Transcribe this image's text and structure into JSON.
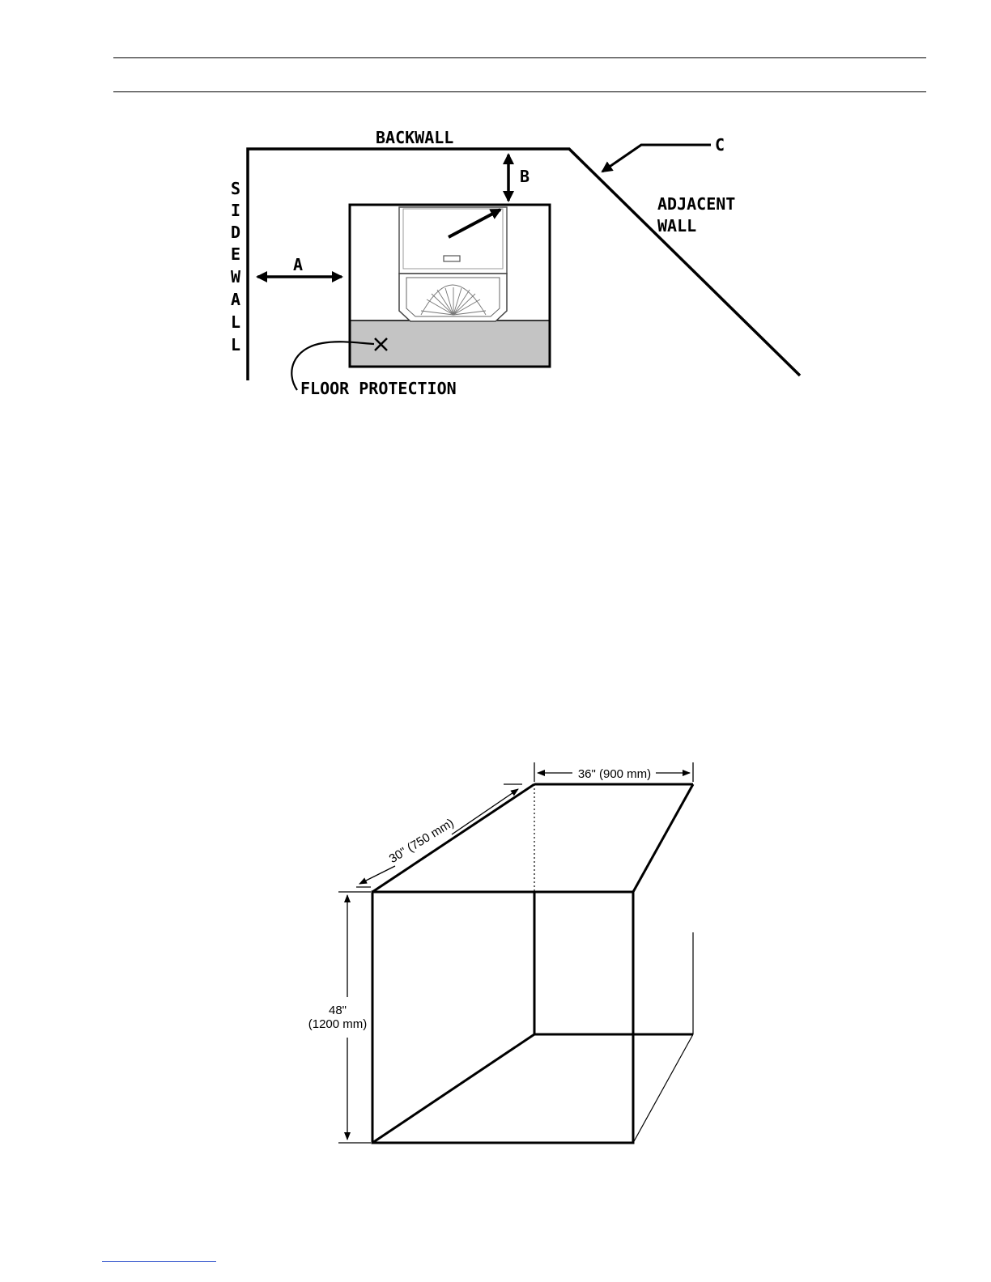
{
  "figure1": {
    "backwall": "BACKWALL",
    "sidewall_letters": [
      "S",
      "I",
      "D",
      "E",
      "W",
      "A",
      "L",
      "L"
    ],
    "adjacent_wall_line1": "ADJACENT",
    "adjacent_wall_line2": "WALL",
    "label_a": "A",
    "label_b": "B",
    "label_c": "C",
    "floor_protection": "FLOOR PROTECTION"
  },
  "figure2": {
    "width_dim": "36\" (900 mm)",
    "depth_dim": "30\" (750 mm)",
    "height_dim_line1": "48\"",
    "height_dim_line2": "(1200 mm)"
  },
  "colors": {
    "ink": "#000000",
    "floor_fill": "#c4c4c4",
    "footer_link": "#3355cc"
  }
}
